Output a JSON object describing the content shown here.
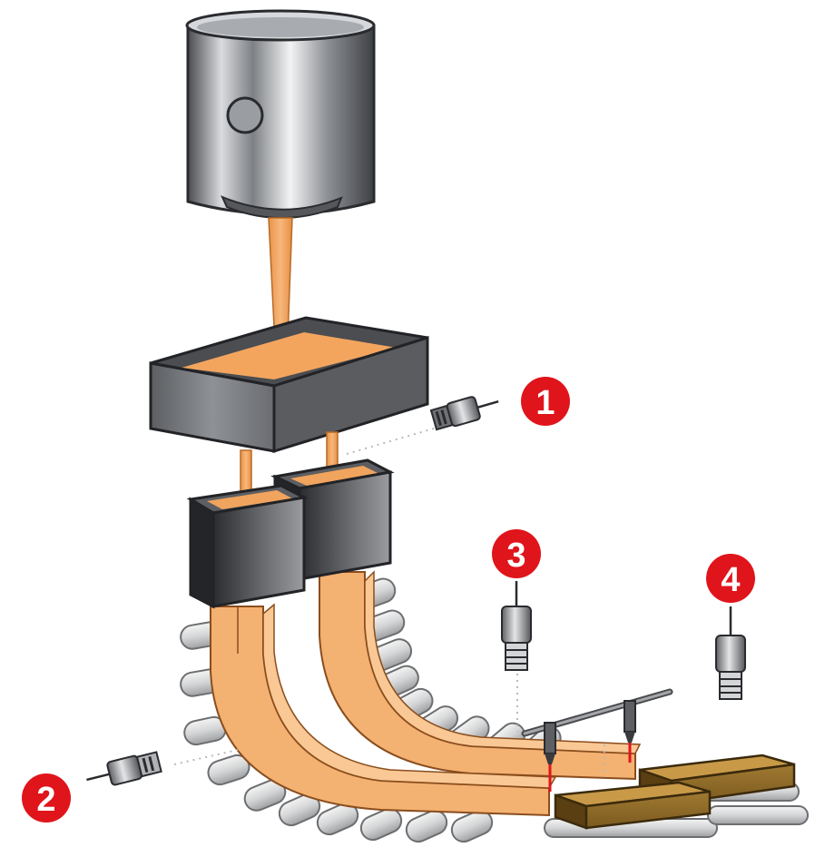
{
  "diagram": {
    "markers": [
      {
        "id": "marker-1",
        "label": "1"
      },
      {
        "id": "marker-2",
        "label": "2"
      },
      {
        "id": "marker-3",
        "label": "3"
      },
      {
        "id": "marker-4",
        "label": "4"
      }
    ],
    "components": {
      "ladle": "ladle-icon",
      "tundish": "tundish-icon",
      "molds": "mold-icon",
      "strands": "strand-icon",
      "rollers": "roller-icon",
      "sensors": "sensor-icon",
      "cutter": "torch-cutter-icon",
      "slabs": "slab-icon"
    },
    "colors": {
      "steel": "#f0a45d",
      "marker": "#e0141b",
      "metal": "#8a8c90",
      "slab": "#8a6a2a"
    }
  }
}
